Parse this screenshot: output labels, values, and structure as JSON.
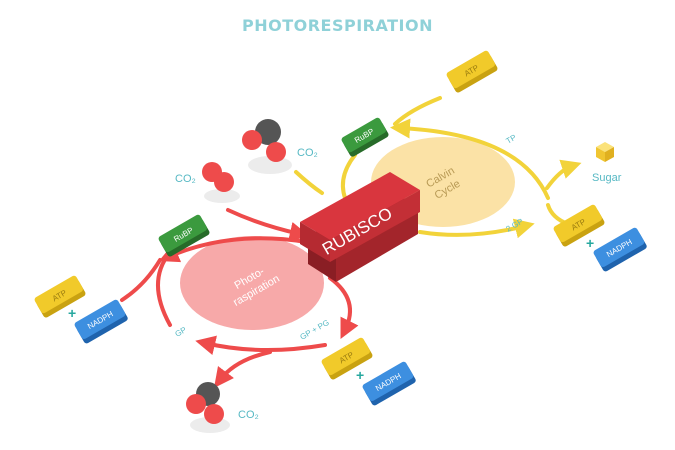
{
  "title": "PHOTORESPIRATION",
  "colors": {
    "title": "#8fd1d8",
    "red_arrow": "#ee4b4b",
    "yellow_arrow": "#f2d33a",
    "rubisco": "#d9363e",
    "calvin_disc": "#fbe2a6",
    "photo_disc": "#f7a9a9",
    "atp": "#f1ca2a",
    "nadph": "#3d8fe0",
    "rubp": "#3b9a3e",
    "label_teal": "#57b9c4"
  },
  "rubisco": {
    "label": "RUBISCO"
  },
  "calvin_cycle": {
    "label_line1": "Calvin",
    "label_line2": "Cycle"
  },
  "photorespiration_cycle": {
    "label_line1": "Photo-",
    "label_line2": "raspiration"
  },
  "chips": {
    "atp": "ATP",
    "nadph": "NADPH",
    "rubp": "RuBP"
  },
  "labels": {
    "co2": "CO₂",
    "sugar": "Sugar",
    "tp": "TP",
    "two_gp": "2 GP",
    "gp": "GP",
    "gp_pg": "GP + PG",
    "plus": "+"
  }
}
